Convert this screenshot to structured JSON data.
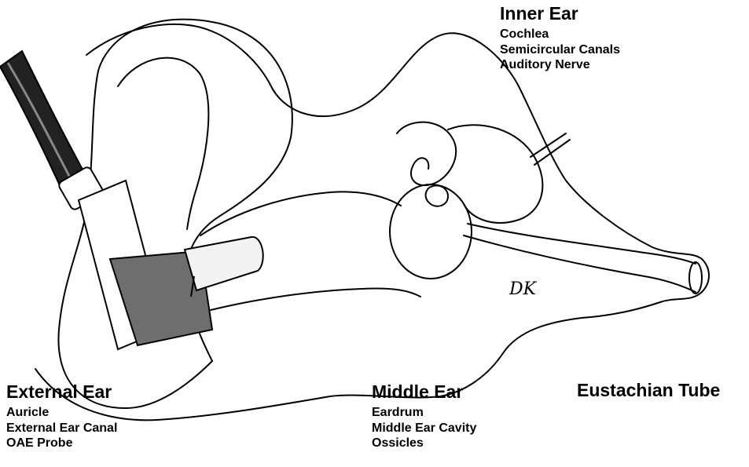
{
  "inner_ear": {
    "heading": "Inner Ear",
    "items": [
      "Cochlea",
      "Semicircular Canals",
      "Auditory Nerve"
    ]
  },
  "external_ear": {
    "heading": "External Ear",
    "items": [
      "Auricle",
      "External Ear Canal",
      "OAE Probe"
    ]
  },
  "middle_ear": {
    "heading": "Middle Ear",
    "items": [
      "Eardrum",
      "Middle Ear Cavity",
      "Ossicles"
    ]
  },
  "eustachian_tube": {
    "heading": "Eustachian Tube"
  },
  "signature": "DK"
}
